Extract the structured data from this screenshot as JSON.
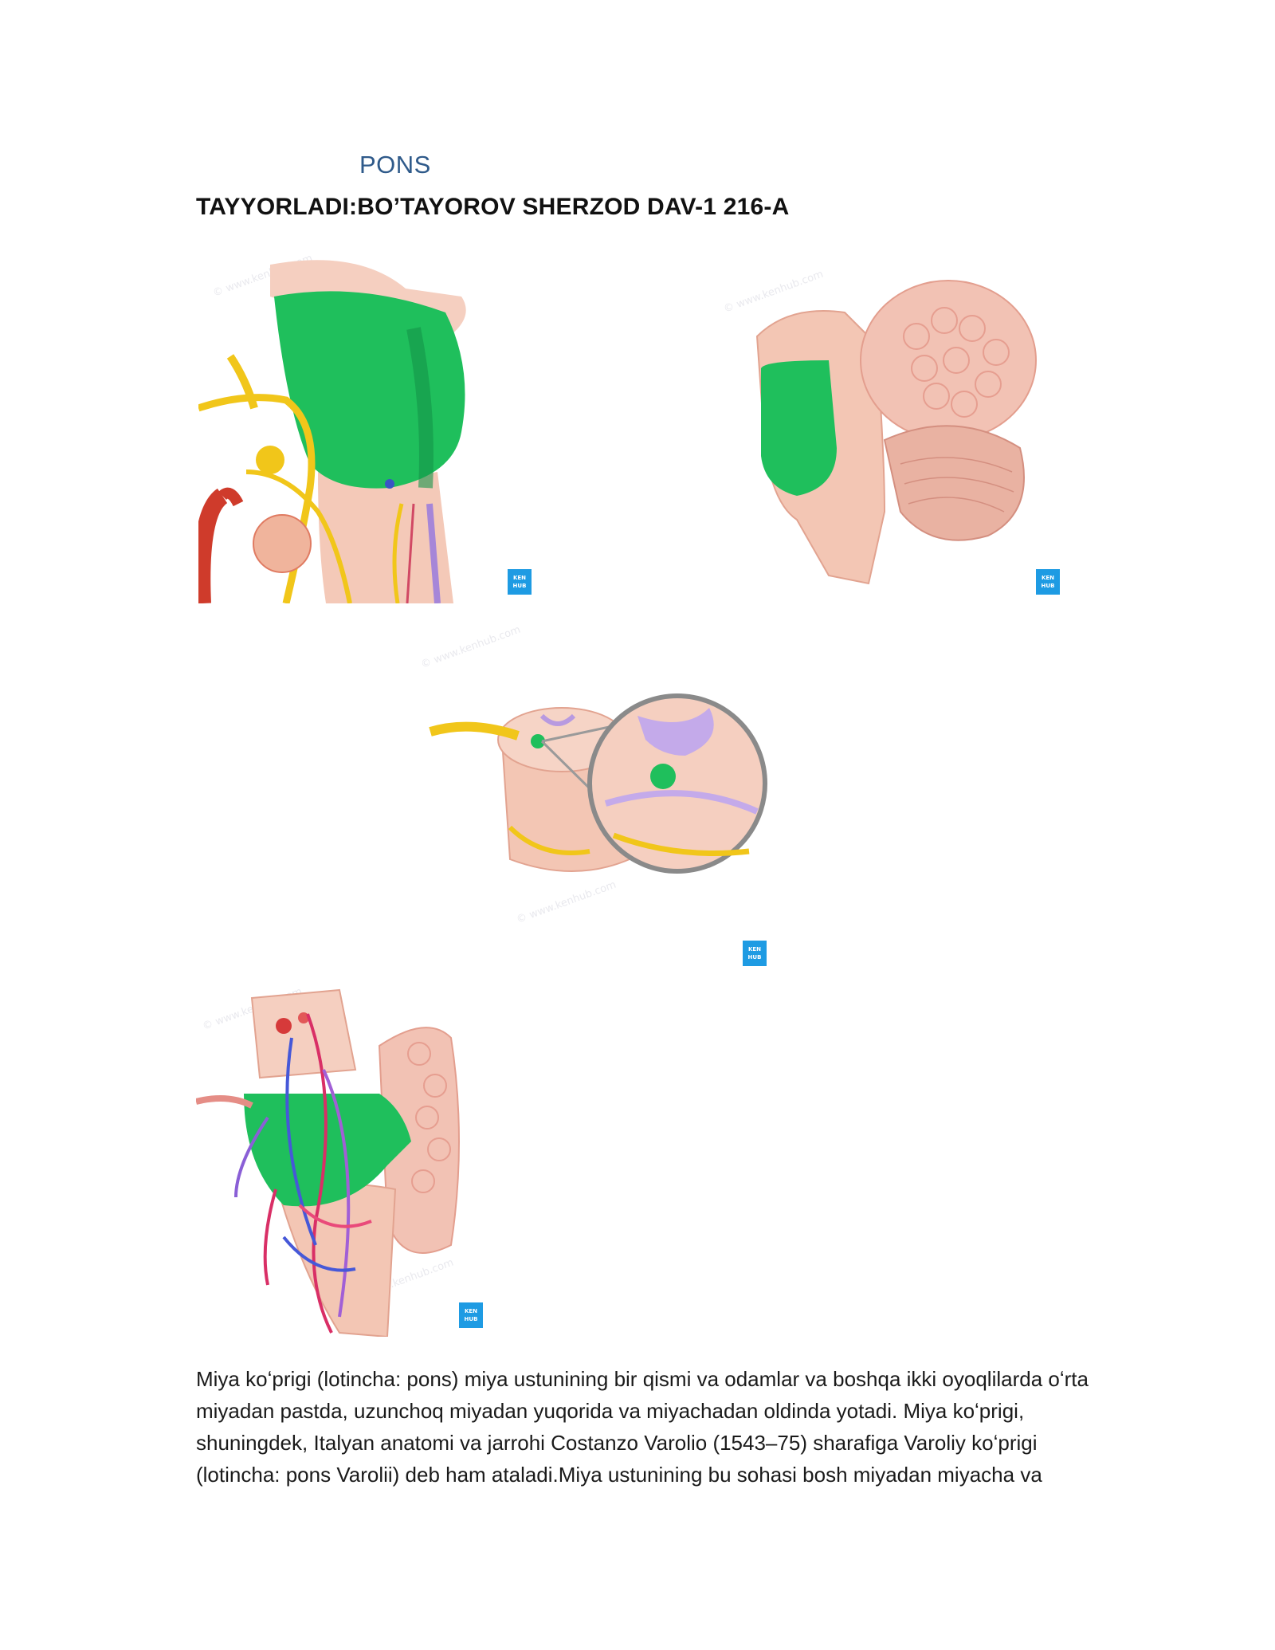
{
  "document": {
    "title": "PONS",
    "author_line": "TAYYORLADI:BO’TAYOROV SHERZOD DAV-1 216-A",
    "paragraph": "Miya koʻprigi (lotincha: pons) miya ustunining bir qismi va odamlar va boshqa ikki oyoqlilarda oʻrta miyadan pastda, uzunchoq miyadan yuqorida va miyachadan oldinda yotadi. Miya koʻprigi, shuningdek, Italyan anatomi va jarrohi Costanzo Varolio (1543–75) sharafiga Varoliy koʻprigi (lotincha: pons Varolii) deb ham ataladi.Miya ustunining bu sohasi bosh miyadan miyacha va"
  },
  "figures": [
    {
      "id": "fig1",
      "icon": "anatomy-illustration-brainstem-lateral",
      "badge": [
        "KEN",
        "HUB"
      ],
      "credit": "© www.kenhub.com"
    },
    {
      "id": "fig2",
      "icon": "anatomy-illustration-pons-sagittal",
      "badge": [
        "KEN",
        "HUB"
      ],
      "credit": "© www.kenhub.com"
    },
    {
      "id": "fig3",
      "icon": "anatomy-illustration-pons-crosssection",
      "badge": [
        "KEN",
        "HUB"
      ],
      "credit": "© www.kenhub.com"
    },
    {
      "id": "fig4",
      "icon": "anatomy-illustration-pons-tracts",
      "badge": [
        "KEN",
        "HUB"
      ],
      "credit": "© www.kenhub.com"
    }
  ],
  "colors": {
    "highlight_green": "#1fbf5c",
    "tissue_pink": "#f2c4b4",
    "badge_blue": "#1e9be3",
    "title_blue": "#2f5a8a"
  }
}
